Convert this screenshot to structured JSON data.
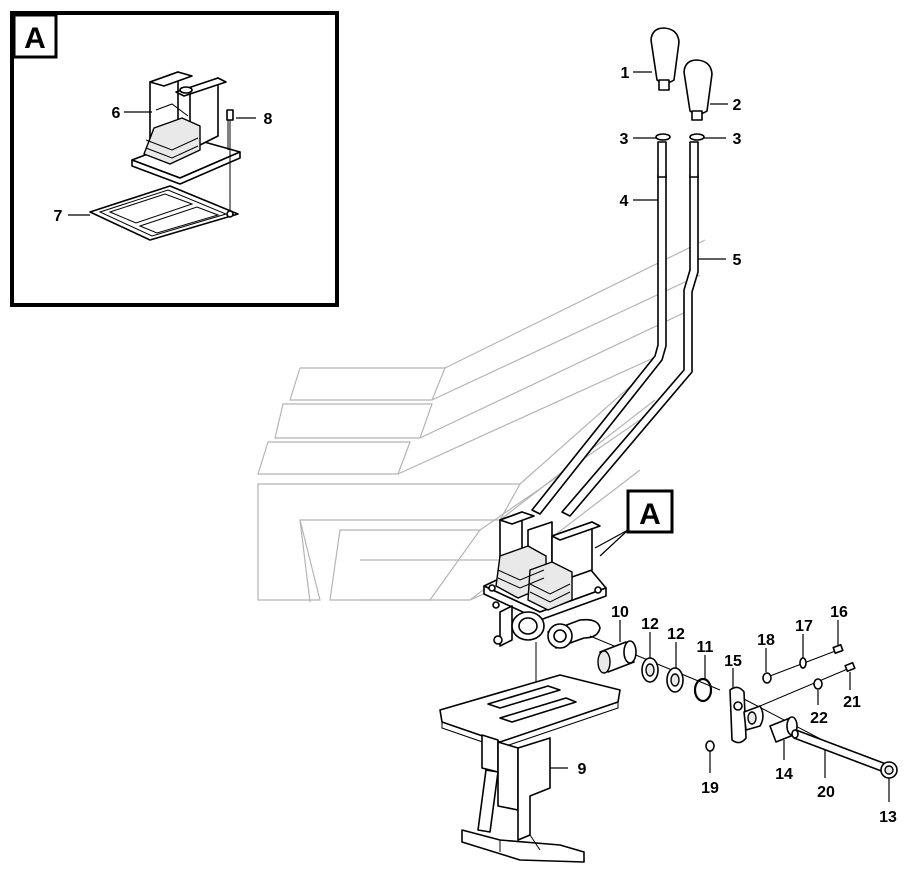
{
  "detail_view": {
    "letter": "A"
  },
  "callout_letter": "A",
  "labels": {
    "p1": "1",
    "p2": "2",
    "p3a": "3",
    "p3b": "3",
    "p4": "4",
    "p5": "5",
    "p6": "6",
    "p7": "7",
    "p8": "8",
    "p9": "9",
    "p10": "10",
    "p11": "11",
    "p12a": "12",
    "p12b": "12",
    "p13": "13",
    "p14": "14",
    "p15": "15",
    "p16": "16",
    "p17": "17",
    "p18": "18",
    "p19": "19",
    "p20": "20",
    "p21": "21",
    "p22": "22"
  }
}
